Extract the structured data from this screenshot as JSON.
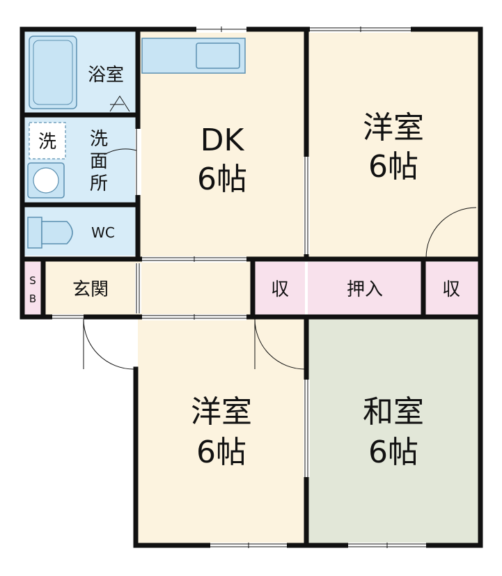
{
  "colors": {
    "wall": "#111111",
    "western_floor": "#fcf3df",
    "japanese_floor": "#e2e7d8",
    "closet_floor": "#f8e1ec",
    "wet_floor": "#d7ecf8",
    "fixture_fill": "#c8e4f4",
    "fixture_stroke": "#5a8fb0"
  },
  "rooms": {
    "dk": {
      "name": "DK",
      "size": "6帖"
    },
    "western_top": {
      "name": "洋室",
      "size": "6帖"
    },
    "western_bottom": {
      "name": "洋室",
      "size": "6帖"
    },
    "japanese": {
      "name": "和室",
      "size": "6帖"
    },
    "bath": {
      "name": "浴室"
    },
    "washroom": {
      "name": "洗\n面\n所",
      "line1": "洗",
      "line2": "面",
      "line3": "所"
    },
    "washer": {
      "name": "洗"
    },
    "toilet": {
      "name": "WC"
    },
    "entrance": {
      "name": "玄関"
    },
    "shoe_box": {
      "line1": "S",
      "line2": "B"
    },
    "closet_left": {
      "name": "収"
    },
    "closet_mid": {
      "name": "押入"
    },
    "closet_right": {
      "name": "収"
    }
  }
}
